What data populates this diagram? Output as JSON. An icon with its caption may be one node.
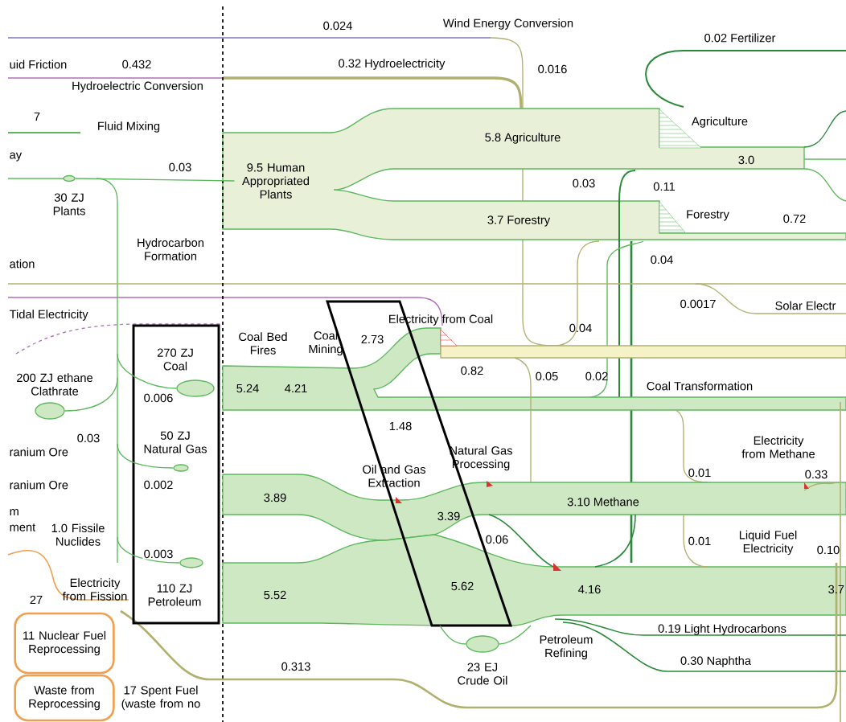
{
  "diagram": {
    "nodes": [
      {
        "text": [],
        "shape": "box"
      },
      {
        "text": [],
        "shape": "box"
      },
      {
        "text": [],
        "shape": "circle",
        "beside": [
          "30 ZJ Plants"
        ]
      },
      {
        "text": [],
        "shape": "circle",
        "beside": [
          "200 ZJ ethane Clathrate"
        ]
      },
      {
        "text": [],
        "shape": "circle",
        "beside": [
          "270 ZJ Coal"
        ],
        "in": 0
      },
      {
        "text": [],
        "shape": "circle",
        "beside": [
          "50 ZJ Natural Gas"
        ],
        "in": 0
      },
      {
        "text": [],
        "shape": "circle",
        "beside": [
          "110 ZJ Petroleum"
        ],
        "in": 0
      },
      {
        "text": [],
        "shape": "circle",
        "beside": [
          "23 EJ Crude Oil"
        ]
      },
      {
        "text": [
          "9.5 Human Appropriated Plants"
        ]
      },
      {
        "text": [
          "11 Nuclear Fuel Reprocessing"
        ]
      },
      {
        "text": [
          "Waste from Reprocessing"
        ]
      }
    ],
    "edges": [
      {
        "from": 2,
        "to": 8,
        "arrow": "none",
        "label": "0.03"
      },
      {
        "from": 3,
        "to": null,
        "arrow": "none",
        "label": "0.03"
      },
      {
        "from": null,
        "to": 4,
        "arrow": "none",
        "label": "0.006"
      },
      {
        "from": null,
        "to": 5,
        "arrow": "none",
        "label": "0.002"
      },
      {
        "from": null,
        "to": 6,
        "arrow": "none",
        "label": "0.003"
      },
      {
        "from": 1,
        "to": 7,
        "arrow": "none"
      },
      {
        "from": 7,
        "to": null,
        "arrow": "none"
      }
    ],
    "labels": [
      "0.024",
      "Wind Energy Conversion",
      "0.02 Fertilizer",
      "uid Friction",
      "0.432",
      "0.32 Hydroelectricity",
      "0.016",
      "Hydroelectric Conversion",
      "7",
      "Fluid Mixing",
      "Agriculture",
      "5.8 Agriculture",
      "ay",
      "3.0",
      "0.03",
      "0.11",
      "3.7 Forestry",
      "Forestry",
      "0.72",
      "Hydrocarbon Formation",
      "ation",
      "0.04",
      "Tidal Electricity",
      "0.0017",
      "Solar Electr",
      "Electricity from Coal",
      "Coal Bed Fires",
      "Coal Mining",
      "2.73",
      "0.04",
      "0.82",
      "0.05",
      "0.02",
      "5.24",
      "4.21",
      "Coal Transformation",
      "1.48",
      "Electricity from Methane",
      "ranium Ore",
      "Natural Gas Processing",
      "Oil and Gas Extraction",
      "ranium Ore",
      "3.89",
      "0.01",
      "0.33",
      "3.39",
      "3.10 Methane",
      "m",
      "ment",
      "1.0 Fissile Nuclides",
      "0.06",
      "0.01",
      "Liquid Fuel Electricity",
      "0.10",
      "Electricity from Fission",
      "27",
      "5.52",
      "5.62",
      "4.16",
      "3.7",
      "0.19 Light Hydrocarbons",
      "Petroleum Refining",
      "0.30 Naphtha",
      "0.313",
      "17 Spent Fuel (waste from no"
    ]
  }
}
